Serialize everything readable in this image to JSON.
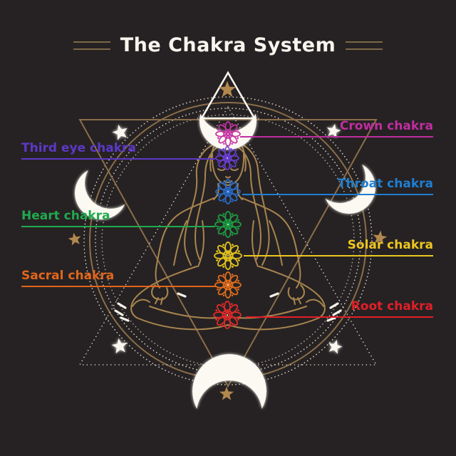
{
  "title": {
    "text": "The Chakra System"
  },
  "chakras": [
    {
      "id": "crown",
      "label": "Crown chakra",
      "side": "right",
      "label_color": "#c12da0",
      "symbol_color": "#c634a4",
      "inner": "petals"
    },
    {
      "id": "third-eye",
      "label": "Third eye chakra",
      "side": "left",
      "label_color": "#5c38c9",
      "symbol_color": "#6d3fd6",
      "inner": "petals"
    },
    {
      "id": "throat",
      "label": "Throat chakra",
      "side": "right",
      "label_color": "#1e7fd2",
      "symbol_color": "#2a6cc8",
      "inner": "petals"
    },
    {
      "id": "heart",
      "label": "Heart chakra",
      "side": "left",
      "label_color": "#21a94f",
      "symbol_color": "#1d9c43",
      "inner": "petals"
    },
    {
      "id": "solar",
      "label": "Solar chakra",
      "side": "right",
      "label_color": "#edc61f",
      "symbol_color": "#ddbf1e",
      "inner": "triangle"
    },
    {
      "id": "sacral",
      "label": "Sacral chakra",
      "side": "left",
      "label_color": "#e2661b",
      "symbol_color": "#e06d1d",
      "inner": "petals"
    },
    {
      "id": "root",
      "label": "Root chakra",
      "side": "right",
      "label_color": "#e31e28",
      "symbol_color": "#d92a28",
      "inner": "triangle"
    }
  ],
  "decorations": {
    "icons": [
      "upward-triangle-icon",
      "downward-triangle-icon",
      "dotted-triangle-icon",
      "crescent-moon-top-icon",
      "crescent-moon-left-icon",
      "crescent-moon-right-icon",
      "crescent-moon-bottom-icon",
      "white-star-icon",
      "gold-star-icon",
      "meditating-figure"
    ],
    "white_star_count": 4,
    "gold_star_count": 4
  },
  "colors": {
    "background": "#262223",
    "geometry_gold": "#8a6e4a",
    "figure_gold": "#a8854f",
    "title_rule_gold": "#7c6844",
    "white": "#faf7f0",
    "title_text": "#f8f5ef"
  }
}
